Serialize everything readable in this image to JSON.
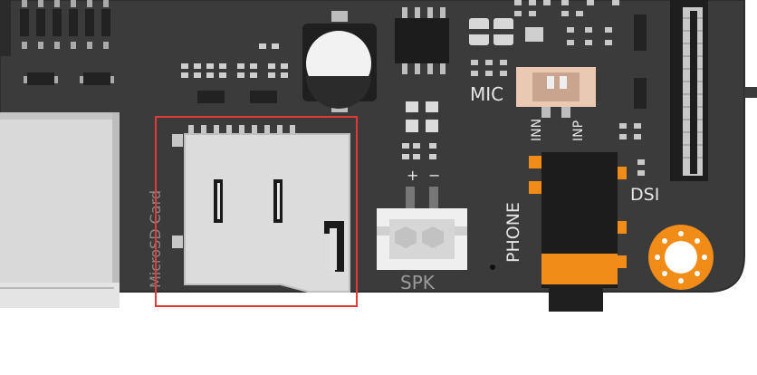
{
  "board": {
    "labels": {
      "microsd": "MicroSD Card",
      "spk": "SPK",
      "spk_plus": "+",
      "spk_minus": "−",
      "mic": "MIC",
      "inn": "INN",
      "inp": "INP",
      "phone": "PHONE",
      "dsi": "DSI"
    },
    "highlight_color": "#e53935",
    "pcb_color": "#3b3b3b",
    "accent_orange": "#f28c18"
  }
}
